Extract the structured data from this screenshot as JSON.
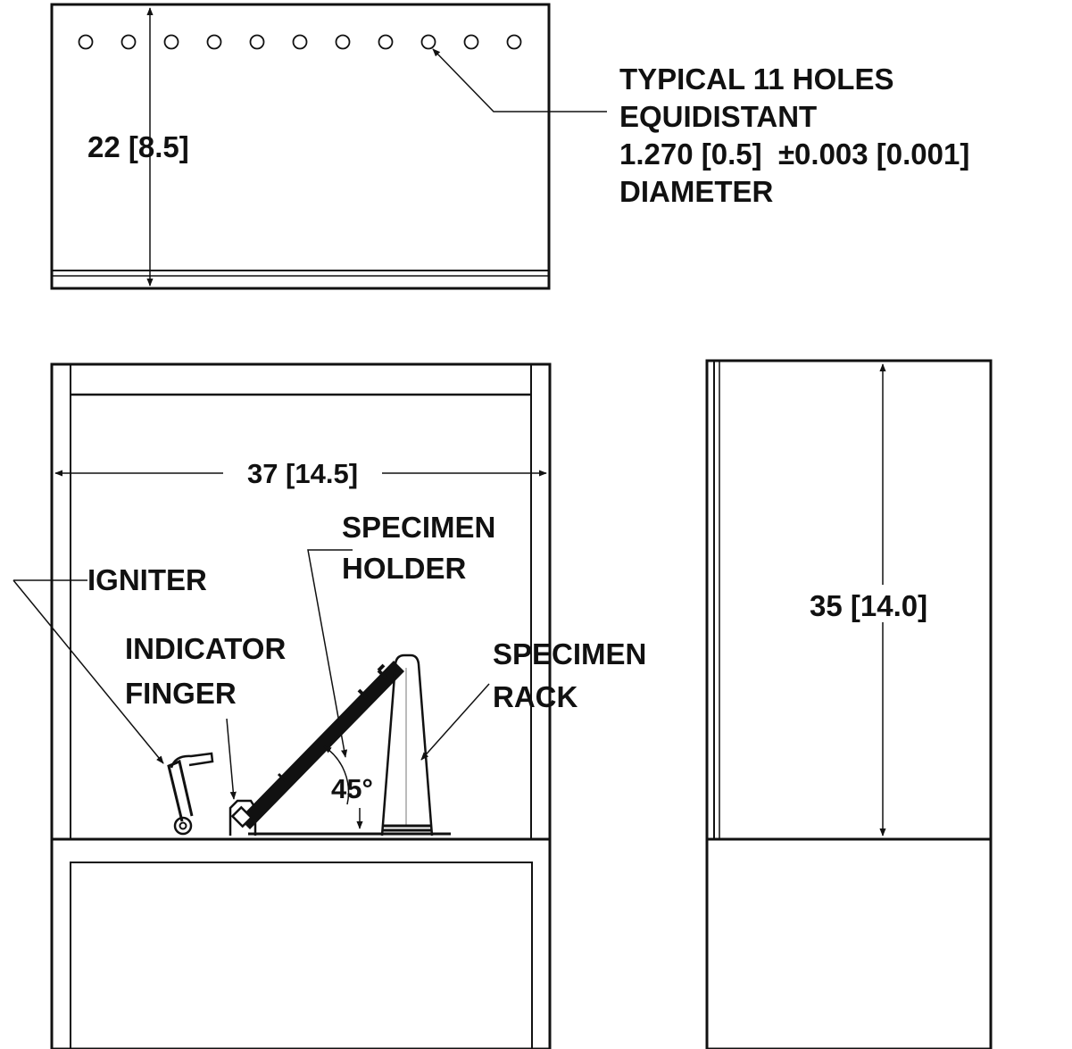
{
  "top_view": {
    "hole_count": 11,
    "height_dim": "22 [8.5]",
    "note": {
      "line1": "TYPICAL 11 HOLES",
      "line2": "EQUIDISTANT",
      "line3": "1.270 [0.5]  ±0.003 [0.001]",
      "line4": "DIAMETER"
    }
  },
  "front_view": {
    "width_dim": "37 [14.5]",
    "igniter": "IGNITER",
    "indicator": {
      "line1": "INDICATOR",
      "line2": "FINGER"
    },
    "holder": {
      "line1": "SPECIMEN",
      "line2": "HOLDER"
    },
    "rack": {
      "line1": "SPECIMEN",
      "line2": "RACK"
    },
    "angle": "45°"
  },
  "side_view": {
    "height_dim": "35 [14.0]"
  }
}
